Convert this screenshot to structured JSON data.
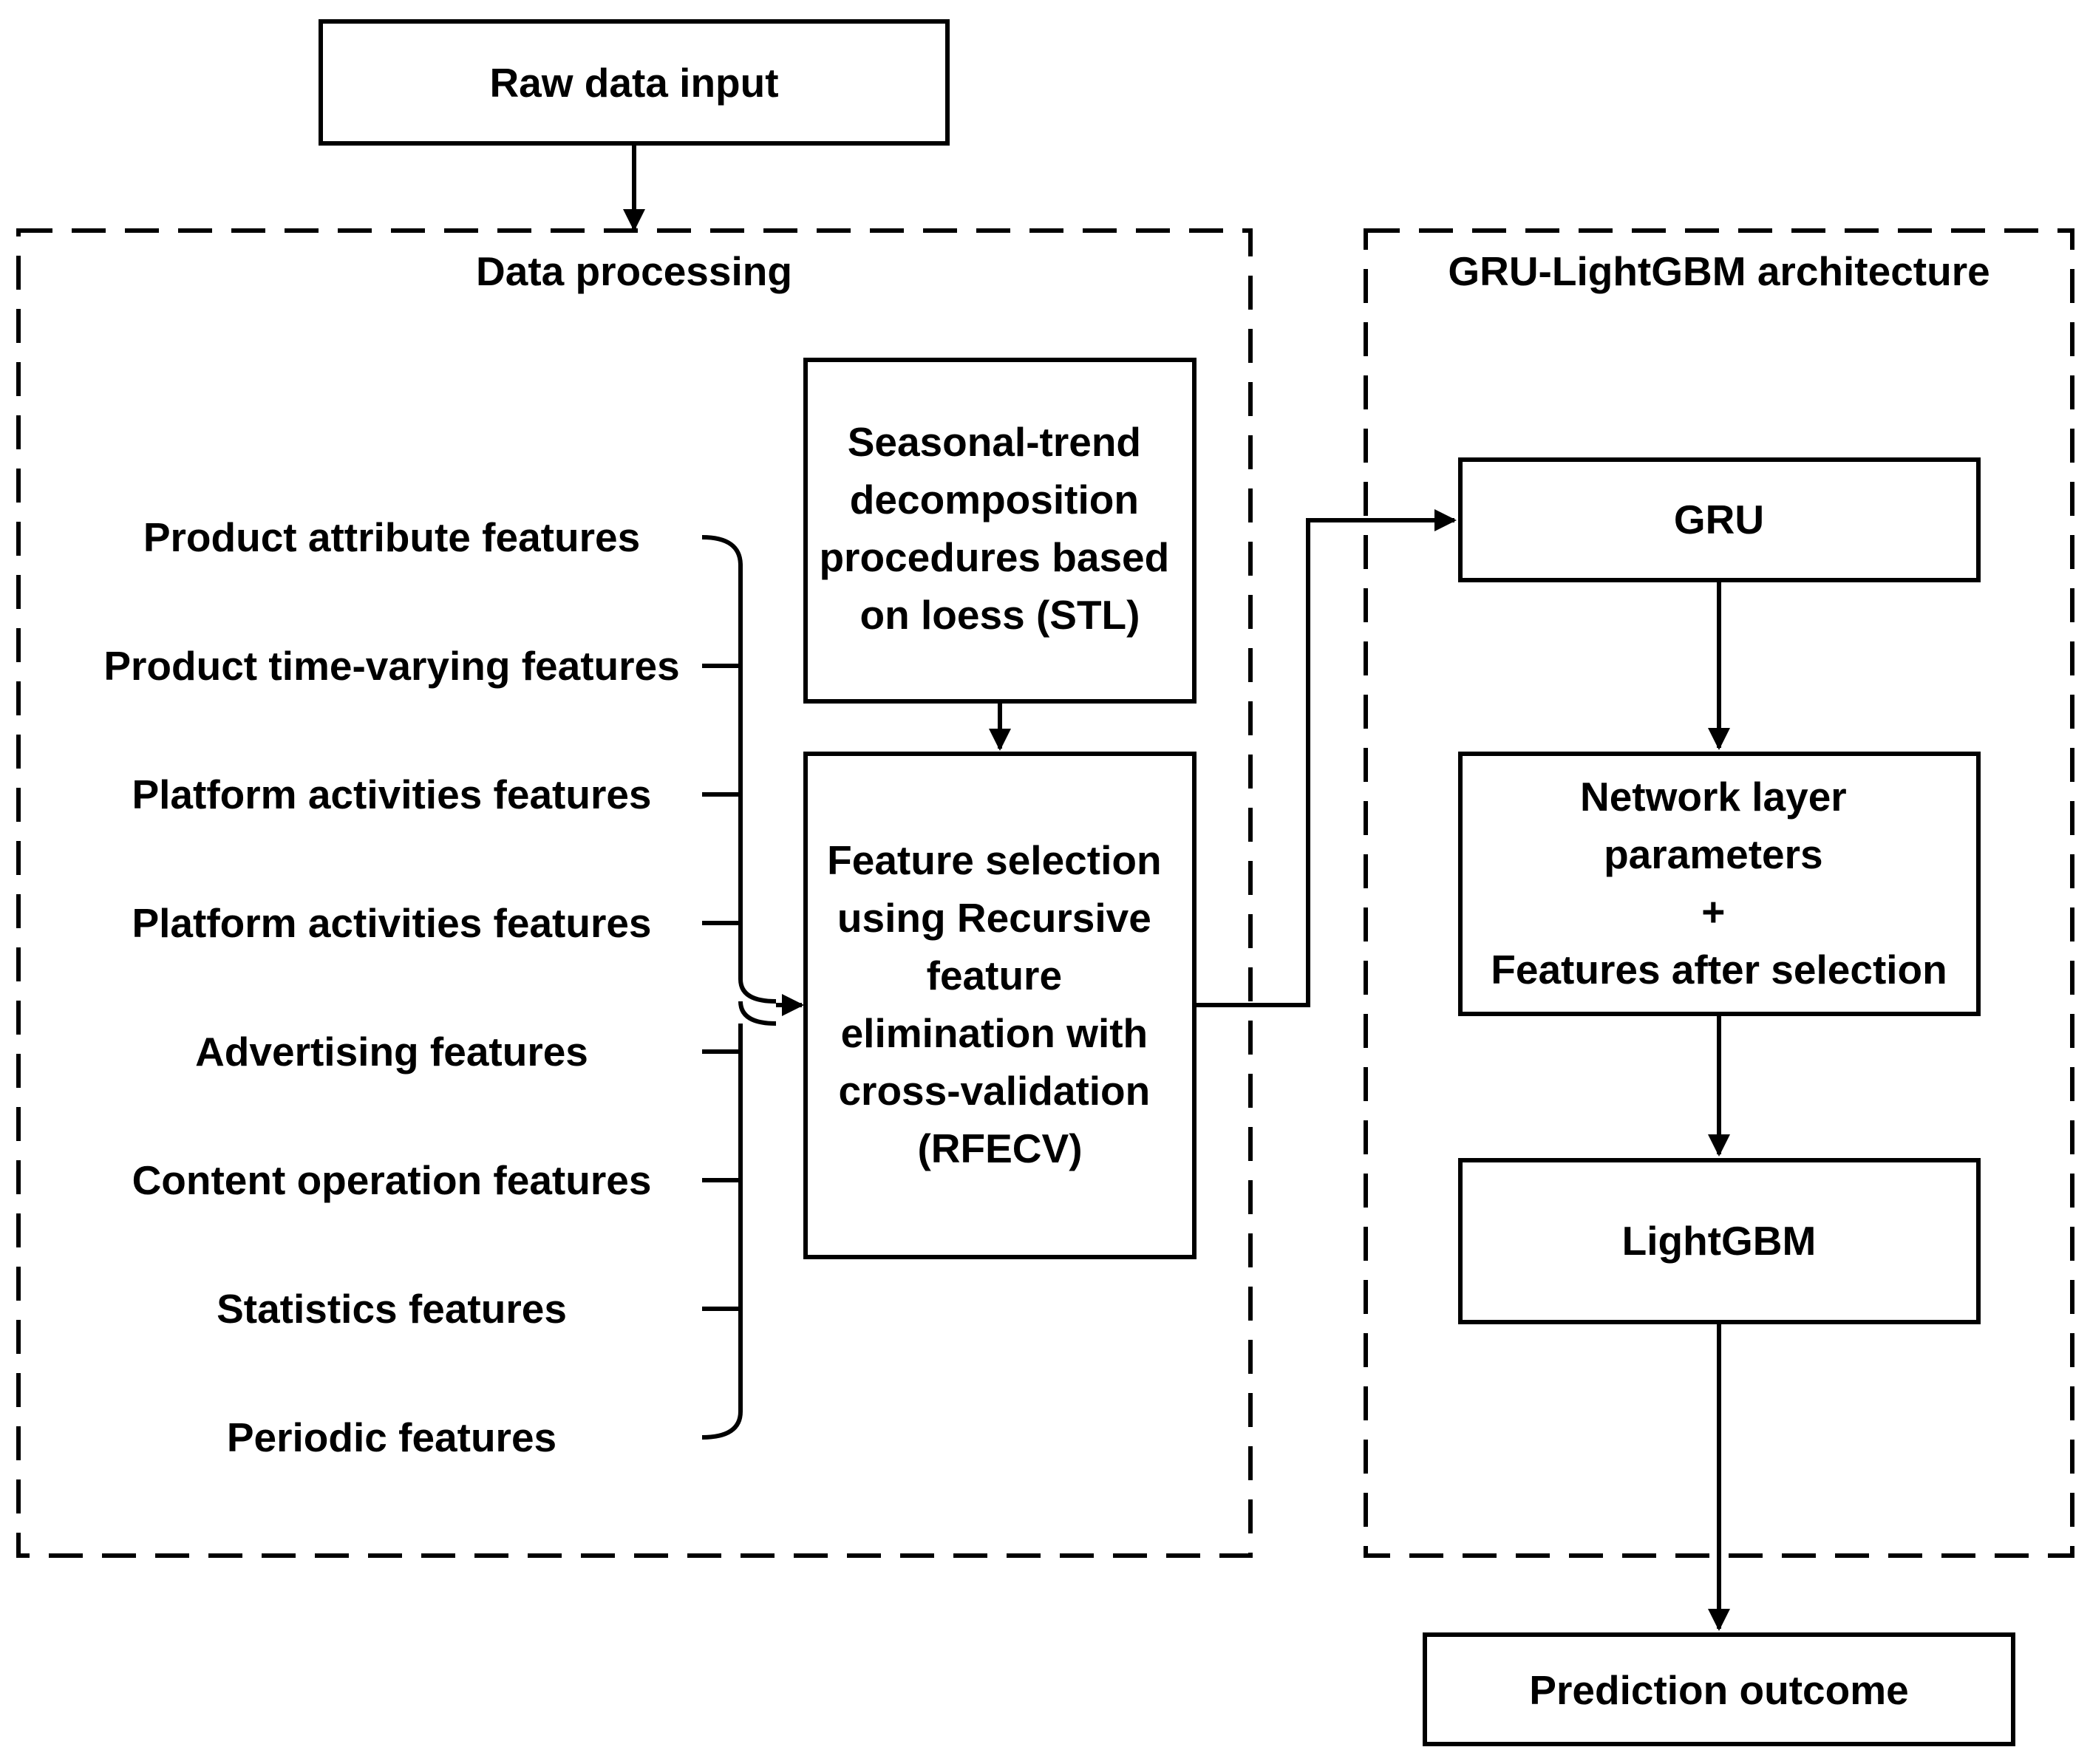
{
  "input": {
    "label": "Raw data input"
  },
  "data_processing": {
    "title": "Data processing",
    "features": [
      "Product attribute features",
      "Product time-varying features",
      "Platform activities features",
      "Platform activities features",
      "Advertising features",
      "Content operation features",
      "Statistics features",
      "Periodic features"
    ],
    "stl_box": {
      "lines": [
        "Seasonal-trend",
        "decomposition",
        "procedures based",
        "on loess (STL)"
      ]
    },
    "rfecv_box": {
      "lines": [
        "Feature selection",
        "using Recursive",
        "feature",
        "elimination with",
        "cross-validation",
        "(RFECV)"
      ]
    }
  },
  "architecture": {
    "title": "GRU-LightGBM architecture",
    "gru": {
      "label": "GRU"
    },
    "params_box": {
      "lines": [
        "Network layer",
        "parameters",
        "+",
        "Features after selection"
      ]
    },
    "lightgbm": {
      "label": "LightGBM"
    }
  },
  "output": {
    "label": "Prediction outcome"
  }
}
